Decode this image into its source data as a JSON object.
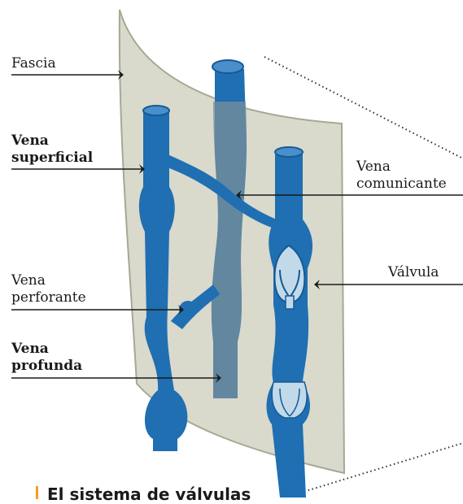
{
  "labels": {
    "fascia": "Fascia",
    "vena_superficial_1": "Vena",
    "vena_superficial_2": "superficial",
    "vena_comunicante_1": "Vena",
    "vena_comunicante_2": "comunicante",
    "valvula": "Válvula",
    "vena_perforante_1": "Vena",
    "vena_perforante_2": "perforante",
    "vena_profunda_1": "Vena",
    "vena_profunda_2": "profunda"
  },
  "heading": "El sistema de válvulas",
  "colors": {
    "vein": "#1f6fb2",
    "vein_dark": "#155a94",
    "fascia": "#d9d9cc",
    "fascia_edge": "#a7a894",
    "accent": "#f0a020"
  }
}
